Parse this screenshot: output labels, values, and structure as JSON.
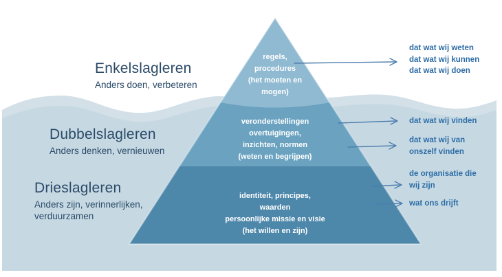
{
  "colors": {
    "water": "#c6d9e3",
    "water_band": "#d3e0e8",
    "pyramid_top": "#90bad1",
    "pyramid_middle": "#6aa2c0",
    "pyramid_bottom": "#4d87aa",
    "heading_text": "#2b4a68",
    "right_label_text": "#2e6da6",
    "pyramid_text": "#ffffff",
    "arrow": "#4d7dad"
  },
  "left_labels": [
    {
      "title": "Enkelslagleren",
      "subtitle": "Anders doen, verbeteren"
    },
    {
      "title": "Dubbelslagleren",
      "subtitle": "Anders denken, vernieuwen"
    },
    {
      "title": "Drieslagleren",
      "subtitle": "Anders zijn, verinnerlijken, verduurzamen"
    }
  ],
  "pyramid": {
    "sections": [
      {
        "name": "top",
        "lines": [
          "regels,",
          "procedures",
          "(het moeten en",
          "mogen)"
        ]
      },
      {
        "name": "middle",
        "lines": [
          "veronderstellingen",
          "overtuigingen,",
          "inzichten, normen",
          "(weten en begrijpen)"
        ]
      },
      {
        "name": "bottom",
        "lines": [
          "identiteit, principes,",
          "waarden",
          "persoonlijke missie en visie",
          "(het willen en zijn)"
        ]
      }
    ]
  },
  "right_labels": [
    {
      "lines": [
        "dat wat wij weten",
        "dat wat wij kunnen",
        "dat wat wij doen"
      ]
    },
    {
      "lines": [
        "dat wat wij vinden"
      ]
    },
    {
      "lines": [
        "dat wat wij van",
        "onszelf vinden"
      ]
    },
    {
      "lines": [
        "de organisatie die",
        "wij zijn"
      ]
    },
    {
      "lines": [
        "wat ons drijft"
      ]
    }
  ]
}
